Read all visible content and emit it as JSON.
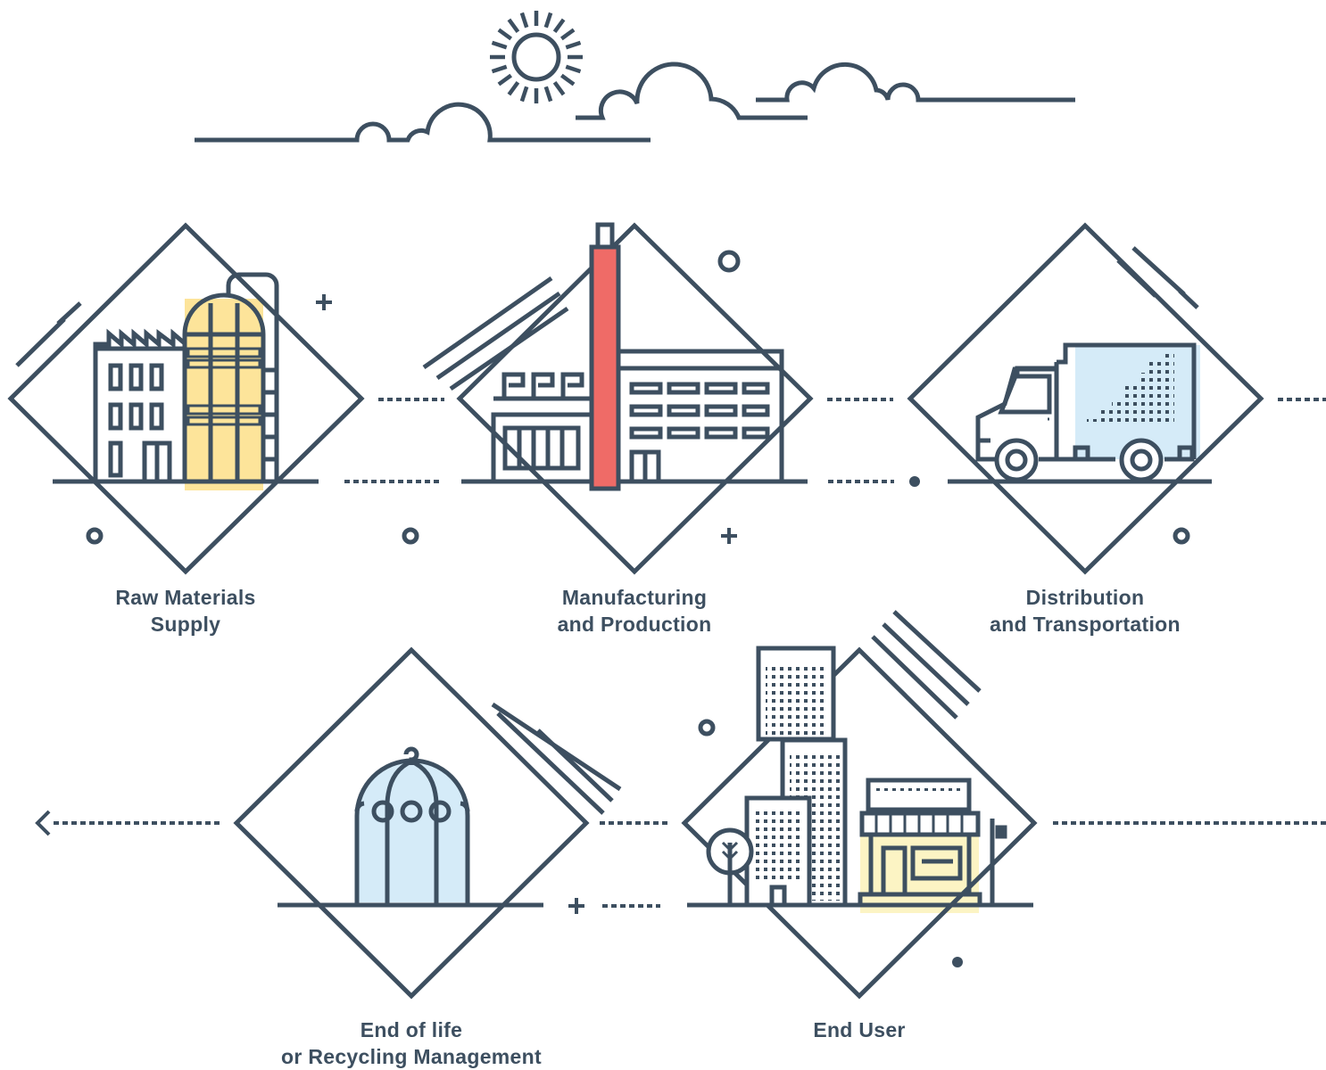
{
  "colors": {
    "stroke": "#3d4f60",
    "yellow": "#fde49a",
    "red": "#ef6b67",
    "light_blue": "#d5ebf8",
    "pale_yellow": "#fcf4c4",
    "background": "#ffffff"
  },
  "icons": {
    "top": [
      "sun-icon",
      "cloud-icon"
    ],
    "stages": [
      "silo-building-icon",
      "factory-icon",
      "truck-icon",
      "recycling-dome-icon",
      "city-store-icon"
    ],
    "flow": [
      "arrow-left-icon"
    ]
  },
  "stages": [
    {
      "id": "raw",
      "line1": "Raw Materials",
      "line2": "Supply"
    },
    {
      "id": "manufacturing",
      "line1": "Manufacturing",
      "line2": "and Production"
    },
    {
      "id": "distribution",
      "line1": "Distribution",
      "line2": "and Transportation"
    },
    {
      "id": "end-of-life",
      "line1": "End of life",
      "line2": "or Recycling Management"
    },
    {
      "id": "end-user",
      "line1": "End User",
      "line2": ""
    }
  ]
}
